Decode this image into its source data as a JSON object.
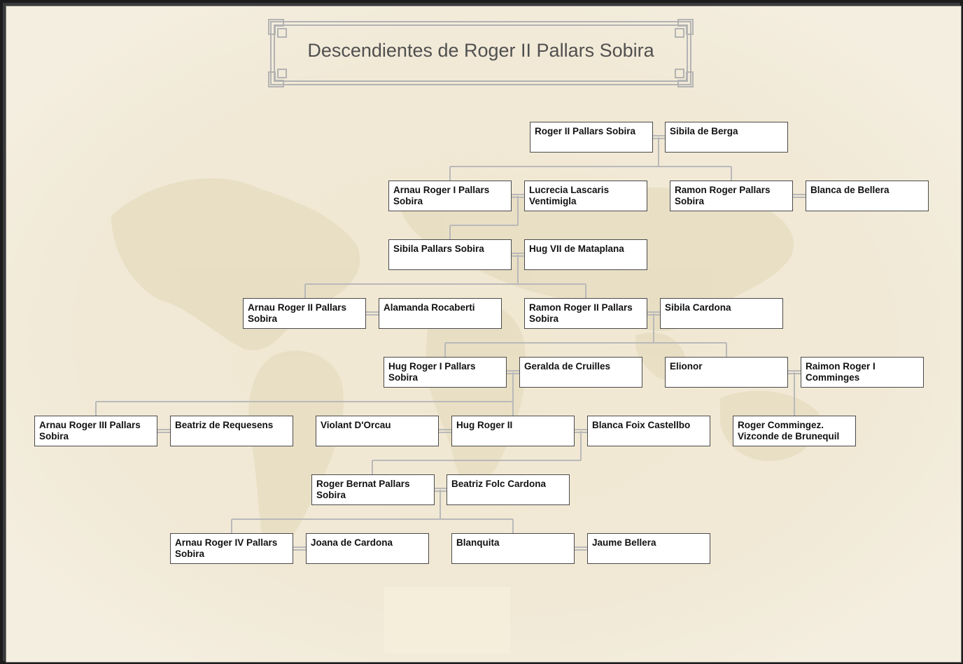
{
  "title": "Descendientes de Roger II Pallars Sobira",
  "colors": {
    "background": "#f2ebd9",
    "connector": "#b9b9b9",
    "box_border": "#4a4a4a",
    "title": "#505050"
  },
  "people": [
    {
      "id": "roger2",
      "name": "Roger II Pallars Sobira"
    },
    {
      "id": "sibila_berga",
      "name": "Sibila de Berga"
    },
    {
      "id": "arnau1",
      "name": "Arnau Roger I Pallars Sobira"
    },
    {
      "id": "lucrecia",
      "name": "Lucrecia Lascaris Ventimigla"
    },
    {
      "id": "ramon1",
      "name": "Ramon Roger Pallars Sobira"
    },
    {
      "id": "blanca_bellera",
      "name": "Blanca de Bellera"
    },
    {
      "id": "sibila_ps",
      "name": "Sibila Pallars Sobira"
    },
    {
      "id": "hug7",
      "name": "Hug VII de Mataplana"
    },
    {
      "id": "arnau2",
      "name": "Arnau Roger II Pallars Sobira"
    },
    {
      "id": "alamanda",
      "name": "Alamanda Rocaberti"
    },
    {
      "id": "ramon2",
      "name": "Ramon Roger II Pallars Sobira"
    },
    {
      "id": "sibila_cardona",
      "name": "Sibila Cardona"
    },
    {
      "id": "hug1",
      "name": "Hug Roger I Pallars Sobira"
    },
    {
      "id": "geralda",
      "name": "Geralda de Cruilles"
    },
    {
      "id": "elionor",
      "name": "Elionor"
    },
    {
      "id": "raimon",
      "name": "Raimon Roger I Comminges"
    },
    {
      "id": "arnau3",
      "name": "Arnau Roger III Pallars Sobira"
    },
    {
      "id": "beatriz_req",
      "name": "Beatriz de Requesens"
    },
    {
      "id": "violant",
      "name": "Violant D'Orcau"
    },
    {
      "id": "hug2",
      "name": "Hug Roger II"
    },
    {
      "id": "blanca_foix",
      "name": "Blanca Foix Castellbo"
    },
    {
      "id": "roger_comm",
      "name": "Roger Commingez. Vizconde de Brunequil"
    },
    {
      "id": "roger_bernat",
      "name": "Roger Bernat Pallars Sobira"
    },
    {
      "id": "beatriz_folc",
      "name": "Beatriz Folc Cardona"
    },
    {
      "id": "arnau4",
      "name": "Arnau Roger IV Pallars Sobira"
    },
    {
      "id": "joana",
      "name": "Joana de Cardona"
    },
    {
      "id": "blanquita",
      "name": "Blanquita"
    },
    {
      "id": "jaume",
      "name": "Jaume Bellera"
    }
  ]
}
